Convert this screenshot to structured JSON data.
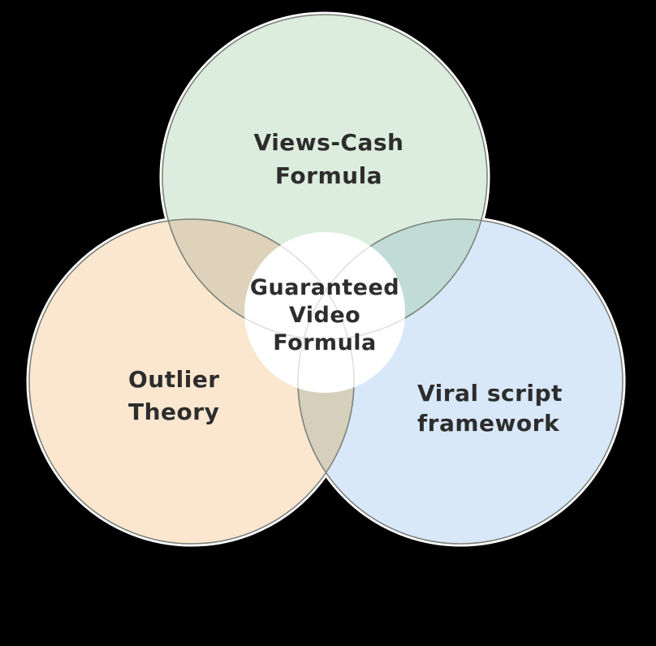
{
  "diagram": {
    "type": "venn-3-circle",
    "background_color": "#000000",
    "circles": {
      "top": {
        "label_lines": [
          "Views-Cash",
          "Formula"
        ],
        "fill": "#dcedde"
      },
      "left": {
        "label_lines": [
          "Outlier",
          "Theory"
        ],
        "fill": "#fbe7cf"
      },
      "right": {
        "label_lines": [
          "Viral script",
          "framework"
        ],
        "fill": "#d8e8f9"
      }
    },
    "overlaps": {
      "top_left": "#ded3ba",
      "top_right": "#c1dcd6",
      "left_right": "#d6cfbc"
    },
    "center": {
      "label_lines": [
        "Guaranteed",
        "Video",
        "Formula"
      ],
      "fill": "#ffffff"
    },
    "colors": {
      "outline": "#7d827b",
      "halo": "#ffffff",
      "text": "#2d2d2d"
    }
  }
}
